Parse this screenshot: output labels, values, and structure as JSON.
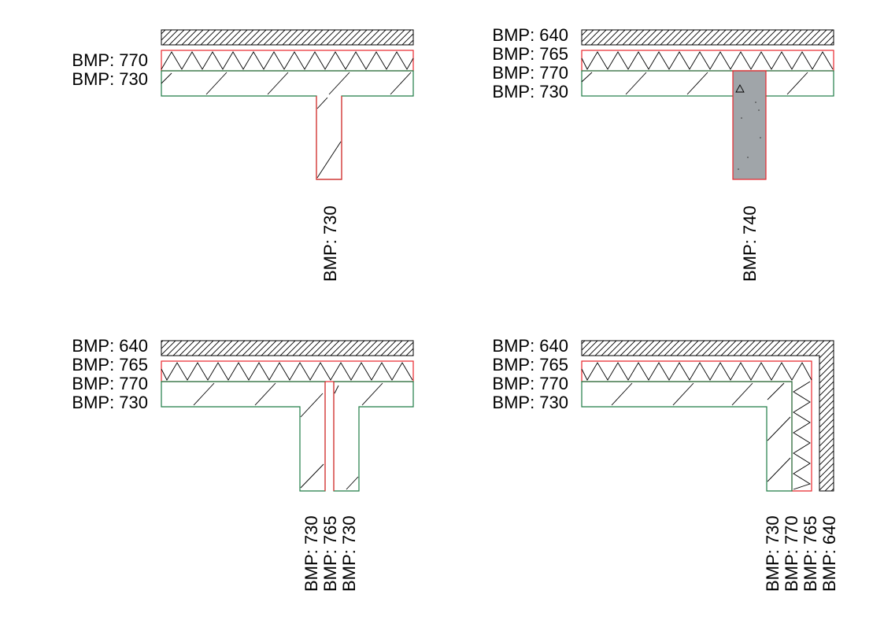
{
  "colors": {
    "red_outline": "#e8262b",
    "green_outline": "#1e7b45",
    "black": "#000000",
    "concrete_fill": "#a0a5a9"
  },
  "panels": [
    {
      "id": "tl",
      "left_labels": [
        "BMP: 770",
        "BMP: 730"
      ],
      "bottom_labels": [
        "BMP: 730"
      ]
    },
    {
      "id": "tr",
      "left_labels": [
        "BMP: 640",
        "BMP: 765",
        "BMP: 770",
        "BMP: 730"
      ],
      "bottom_labels": [
        "BMP: 740"
      ]
    },
    {
      "id": "bl",
      "left_labels": [
        "BMP: 640",
        "BMP: 765",
        "BMP: 770",
        "BMP: 730"
      ],
      "bottom_labels": [
        "BMP: 730",
        "BMP: 765",
        "BMP: 730"
      ]
    },
    {
      "id": "br",
      "left_labels": [
        "BMP: 640",
        "BMP: 765",
        "BMP: 770",
        "BMP: 730"
      ],
      "bottom_labels": [
        "BMP: 730",
        "BMP: 770",
        "BMP: 765",
        "BMP: 640"
      ]
    }
  ]
}
